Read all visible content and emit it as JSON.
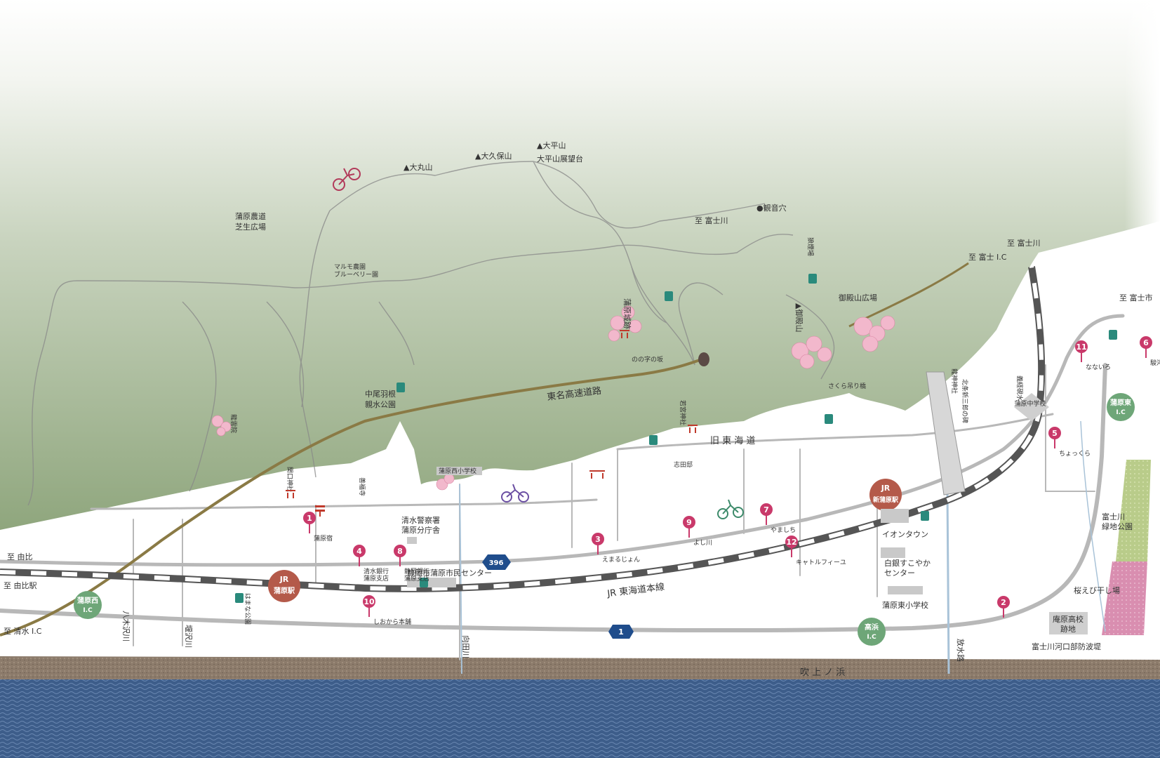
{
  "colors": {
    "mountain": "#9aae88",
    "sea": "#3e5f8c",
    "beach": "#8a7a6a",
    "road": "#b8b8b8",
    "expressway": "#8a7a45",
    "pin": "#c9396a",
    "ic_green": "#6ea678",
    "jr_badge": "#b45a4a",
    "route_blue": "#1f4d8c"
  },
  "mountains": {
    "omaru": "▲大丸山",
    "okubo": "▲大久保山",
    "ohira": "▲大平山",
    "ohira_view": "大平山展望台",
    "goten": "▲御殿山"
  },
  "areas": {
    "kanbara_farm": "蒲原農道\n芝生広場",
    "marumo": "マルモ農園\nブルーベリー園",
    "nakao": "中尾羽根\n親水公園",
    "kanbara_castle": "蒲原城跡",
    "goten_park": "御殿山広場",
    "kannon": "●観音穴",
    "noroshi": "狼煙場",
    "sakura_bridge": "さくら吊り橋",
    "nonoji": "のの字の坂",
    "ryuunji": "龍雲院",
    "kosenji": "善福寺"
  },
  "roads": {
    "tomei": "東名高速道路",
    "old_tokaido": "旧 東 海 道",
    "jr_line": "JR 東海道本線",
    "to_fujikawa1": "至 富士川",
    "to_fujikawa2": "至 富士川",
    "to_fuji_ic": "至 富士 I.C",
    "to_fujishi": "至 富士市",
    "to_yui": "至 由比",
    "to_yui_st": "至 由比駅",
    "to_shimizu_ic": "至 清水 I.C",
    "route_396": "396",
    "route_1": "1"
  },
  "stations": {
    "kanbara": "蒲原駅",
    "shin_kanbara": "新蒲原駅",
    "jr": "JR"
  },
  "ics": {
    "kanbara_nishi": "蒲原西\nI.C",
    "kanbara_higashi": "蒲原東\nI.C",
    "takahama": "高浜\nI.C"
  },
  "facilities": {
    "west_school": "蒲原西小学校",
    "police": "清水警察署\n蒲原分庁舎",
    "civic_center": "静岡市蒲原市民センター",
    "aeon": "イオンタウン",
    "shiroginu": "白銀すこやか\nセンター",
    "east_school": "蒲原東小学校",
    "middle_school": "蒲原中学校",
    "ihara_hs": "庵原高校\n跡地",
    "embankment": "富士川河口部防波堤",
    "sakuraebi": "桜えび干し場",
    "fujikawa_park": "富士川\n緑地公園",
    "ieda": "志田邸",
    "wakamiya": "若宮神社",
    "sekiguchi": "関口神社",
    "hajime_park": "はまな公園",
    "nada": "吹 上 ノ 浜",
    "yanagisawa": "八木沢川",
    "shibukawa": "堰沢川",
    "mukaida": "向田川",
    "housui": "放水路",
    "gikeisui": "義経硯水",
    "kitahara": "北条新三郎の碑",
    "ryujin": "龍神神社"
  },
  "pins": [
    {
      "n": "1",
      "label": "蒲原宿"
    },
    {
      "n": "2",
      "label": ""
    },
    {
      "n": "3",
      "label": "えまるじょん"
    },
    {
      "n": "4",
      "label": "清水銀行\n蒲原支店"
    },
    {
      "n": "5",
      "label": "ちょっくら"
    },
    {
      "n": "6",
      "label": "駿河豊穣結び"
    },
    {
      "n": "7",
      "label": "やましち"
    },
    {
      "n": "8",
      "label": "静岡銀行\n蒲原支店"
    },
    {
      "n": "9",
      "label": "よし川"
    },
    {
      "n": "10",
      "label": "しおから本舗"
    },
    {
      "n": "11",
      "label": "なないろ"
    },
    {
      "n": "12",
      "label": "キャトルフィーユ"
    }
  ]
}
